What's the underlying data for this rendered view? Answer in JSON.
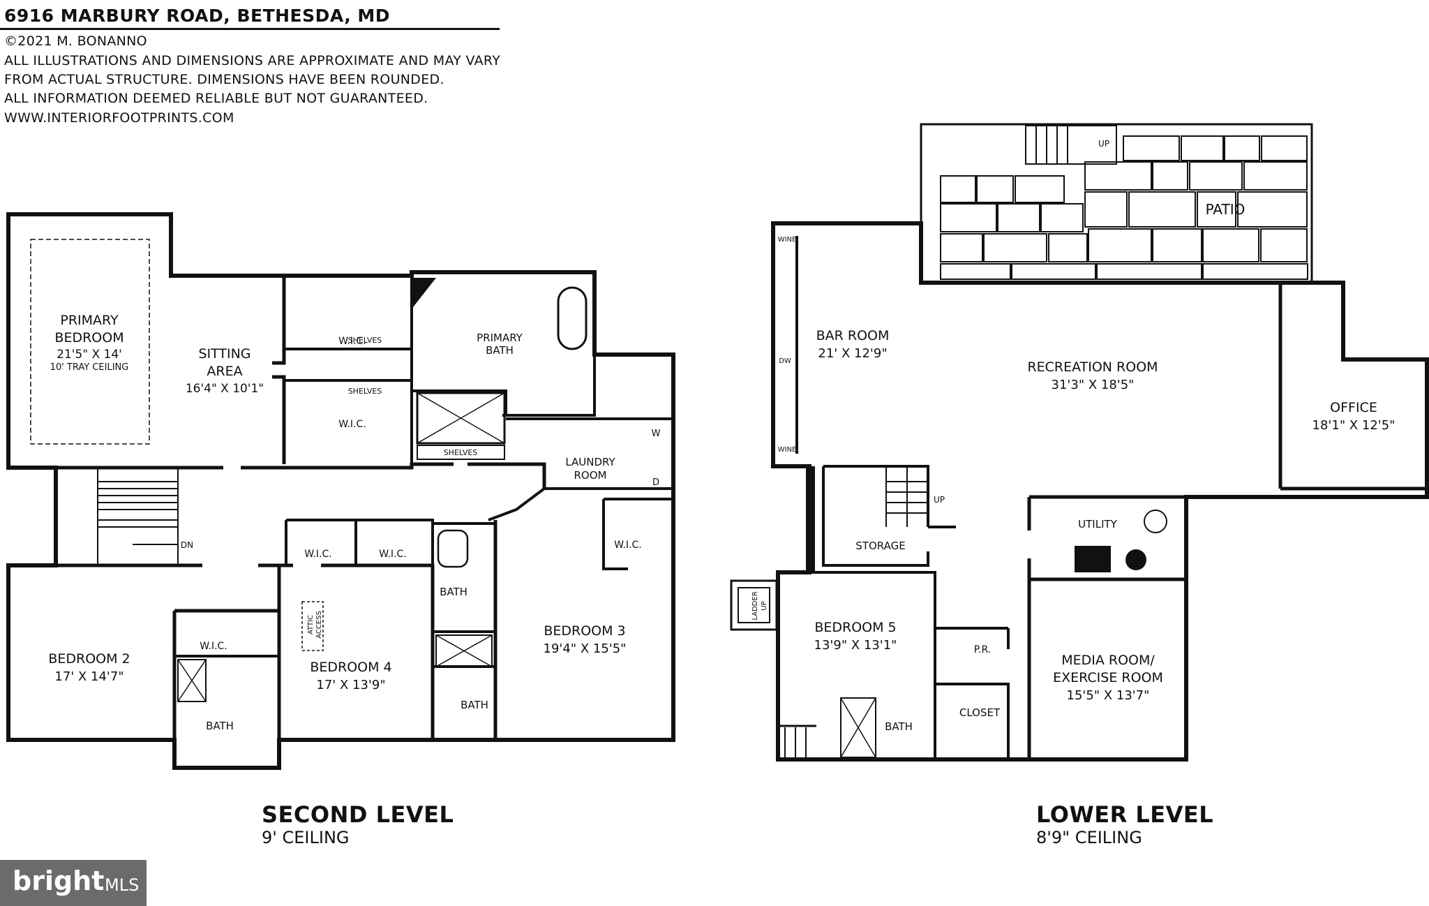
{
  "header": {
    "address": "6916 MARBURY ROAD, BETHESDA, MD",
    "copyright": "©2021 M. BONANNO",
    "disclaimer_1": "ALL ILLUSTRATIONS AND DIMENSIONS ARE APPROXIMATE AND MAY VARY",
    "disclaimer_2": "FROM ACTUAL STRUCTURE. DIMENSIONS HAVE BEEN ROUNDED.",
    "disclaimer_3": "ALL INFORMATION DEEMED RELIABLE BUT NOT GUARANTEED.",
    "website": "WWW.INTERIORFOOTPRINTS.COM"
  },
  "second_level": {
    "name": "SECOND LEVEL",
    "ceiling": "9' CEILING",
    "primary_bedroom": {
      "l1": "PRIMARY",
      "l2": "BEDROOM",
      "dim": "21'5\" X 14'",
      "note": "10' TRAY CEILING"
    },
    "sitting_area": {
      "l1": "SITTING",
      "l2": "AREA",
      "dim": "16'4\" X 10'1\""
    },
    "wic": "W.I.C.",
    "shelves": "SHELVES",
    "primary_bath": {
      "l1": "PRIMARY",
      "l2": "BATH"
    },
    "laundry": {
      "l1": "LAUNDRY",
      "l2": "ROOM"
    },
    "washer": "W",
    "dryer": "D",
    "dn": "DN",
    "bath": "BATH",
    "bedroom_2": {
      "name": "BEDROOM 2",
      "dim": "17' X 14'7\""
    },
    "bedroom_3": {
      "name": "BEDROOM 3",
      "dim": "19'4\" X 15'5\""
    },
    "bedroom_4": {
      "name": "BEDROOM 4",
      "dim": "17' X 13'9\""
    },
    "attic": {
      "l1": "ATTIC",
      "l2": "ACCESS"
    }
  },
  "lower_level": {
    "name": "LOWER LEVEL",
    "ceiling": "8'9\" CEILING",
    "patio": "PATIO",
    "up": "UP",
    "wine": "WINE",
    "dw": "DW",
    "bar_room": {
      "name": "BAR ROOM",
      "dim": "21' X 12'9\""
    },
    "recreation_room": {
      "name": "RECREATION ROOM",
      "dim": "31'3\" X 18'5\""
    },
    "office": {
      "name": "OFFICE",
      "dim": "18'1\" X 12'5\""
    },
    "storage": "STORAGE",
    "utility": "UTILITY",
    "ladder": {
      "l1": "LADDER",
      "l2": "UP"
    },
    "bedroom_5": {
      "name": "BEDROOM 5",
      "dim": "13'9\" X 13'1\""
    },
    "pr": "P.R.",
    "closet": "CLOSET",
    "media_room": {
      "l1": "MEDIA ROOM/",
      "l2": "EXERCISE ROOM",
      "dim": "15'5\" X 13'7\""
    },
    "bath": "BATH"
  },
  "badge": {
    "brand": "bright",
    "mls": "MLS"
  }
}
